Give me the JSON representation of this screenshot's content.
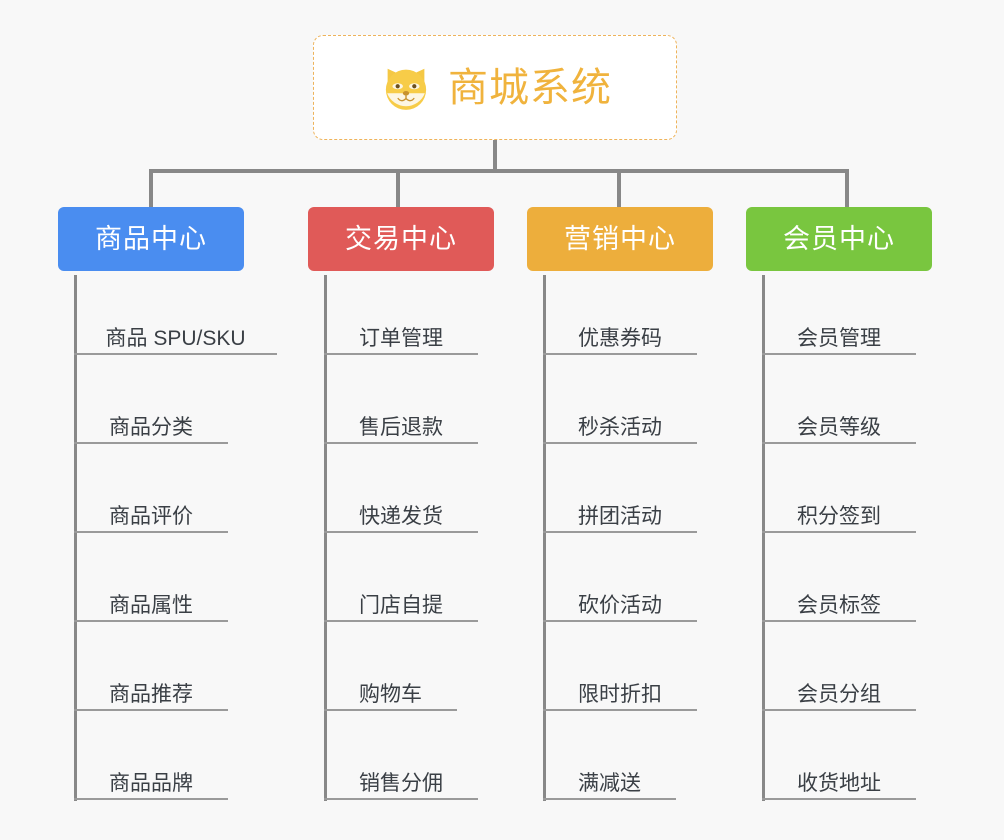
{
  "diagram": {
    "type": "org-chart",
    "background_color": "#f8f8f8",
    "connector_color": "#888888",
    "root": {
      "title": "商城系统",
      "icon": "shiba-dog-icon",
      "text_color": "#f0b33d",
      "border_color": "#eeb35a",
      "background_color": "#ffffff"
    },
    "columns": [
      {
        "label": "商品中心",
        "color": "#4a8df0",
        "items": [
          "商品 SPU/SKU",
          "商品分类",
          "商品评价",
          "商品属性",
          "商品推荐",
          "商品品牌"
        ]
      },
      {
        "label": "交易中心",
        "color": "#e05a58",
        "items": [
          "订单管理",
          "售后退款",
          "快递发货",
          "门店自提",
          "购物车",
          "销售分佣"
        ]
      },
      {
        "label": "营销中心",
        "color": "#edae3c",
        "items": [
          "优惠券码",
          "秒杀活动",
          "拼团活动",
          "砍价活动",
          "限时折扣",
          "满减送"
        ]
      },
      {
        "label": "会员中心",
        "color": "#79c63f",
        "items": [
          "会员管理",
          "会员等级",
          "积分签到",
          "会员标签",
          "会员分组",
          "收货地址"
        ]
      }
    ]
  }
}
